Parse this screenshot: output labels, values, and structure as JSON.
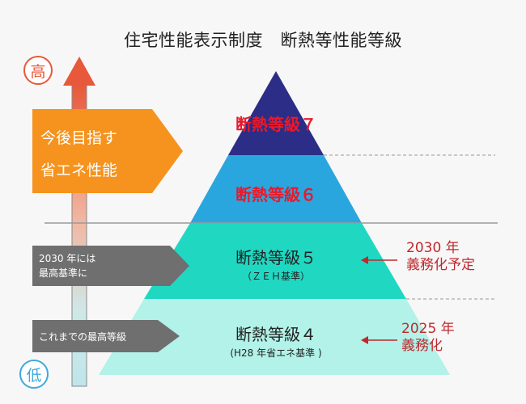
{
  "title": "住宅性能表示制度　断熱等性能等級",
  "axis": {
    "high": "高",
    "low": "低"
  },
  "levels": [
    {
      "label": "断熱等級７",
      "sub": ""
    },
    {
      "label": "断熱等級６",
      "sub": ""
    },
    {
      "label": "断熱等級５",
      "sub": "（ＺＥＨ基準）"
    },
    {
      "label": "断熱等級４",
      "sub": "(H28 年省エネ基準 )"
    }
  ],
  "callouts": {
    "target": [
      "今後目指す",
      "省エネ性能"
    ],
    "best_2030": [
      "2030 年には",
      "最高基準に"
    ],
    "best_until": "これまでの最高等級"
  },
  "mandates": {
    "y2030": [
      "2030 年",
      "義務化予定"
    ],
    "y2025": [
      "2025 年",
      "義務化"
    ]
  },
  "colors": {
    "level7": "#2b2d86",
    "level6": "#2aa6de",
    "level5": "#20d8c2",
    "level4": "#b2f2e8",
    "accent_red": "#e8192c",
    "arrow_orange": "#f5931e",
    "callout_gray": "#6f6f6f"
  }
}
